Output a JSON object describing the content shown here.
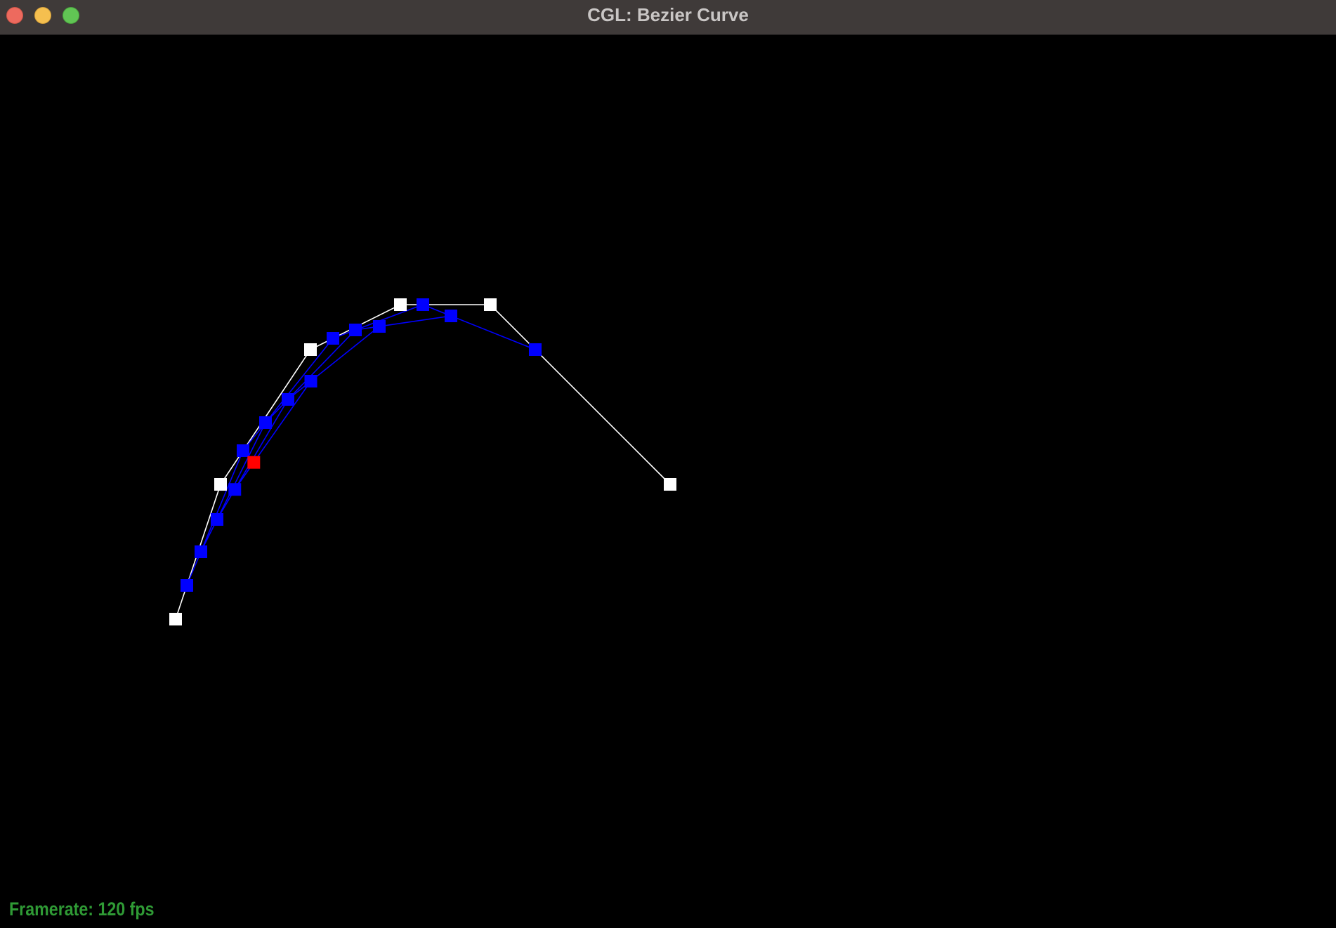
{
  "window": {
    "title": "CGL: Bezier Curve"
  },
  "status": {
    "framerate_text": "Framerate: 120 fps"
  },
  "colors": {
    "background": "#000000",
    "control_polygon": "#ffffff",
    "intermediate": "#0000ff",
    "evaluated_point": "#ff0000",
    "framerate_text": "#2f9a35"
  },
  "bezier": {
    "t": 0.25,
    "control_points": [
      [
        0.0,
        0.0
      ],
      [
        0.5,
        1.5
      ],
      [
        1.5,
        3.0
      ],
      [
        2.5,
        3.5
      ],
      [
        3.5,
        3.5
      ],
      [
        5.5,
        1.5
      ]
    ]
  }
}
